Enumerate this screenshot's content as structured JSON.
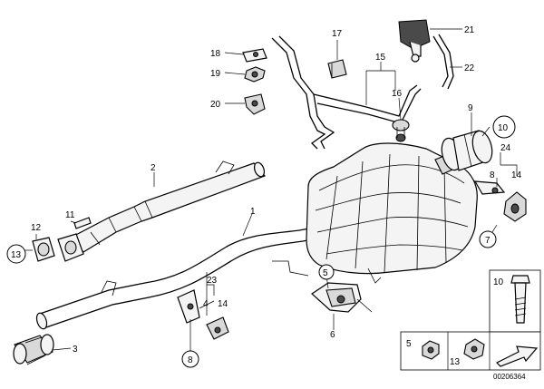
{
  "callouts": {
    "c1": "1",
    "c2": "2",
    "c3": "3",
    "c4": "4",
    "c5": "5",
    "c6": "6",
    "c7": "7",
    "c8": "8",
    "c8b": "8",
    "c9": "9",
    "c10": "10",
    "c11": "11",
    "c12": "12",
    "c13": "13",
    "c14": "14",
    "c14b": "14",
    "c15": "15",
    "c16": "16",
    "c17": "17",
    "c18": "18",
    "c19": "19",
    "c20": "20",
    "c21": "21",
    "c22": "22",
    "c23": "23",
    "c24": "24"
  },
  "inset": {
    "label_10": "10",
    "label_5": "5",
    "label_13": "13"
  },
  "diagram_id": "00206364"
}
